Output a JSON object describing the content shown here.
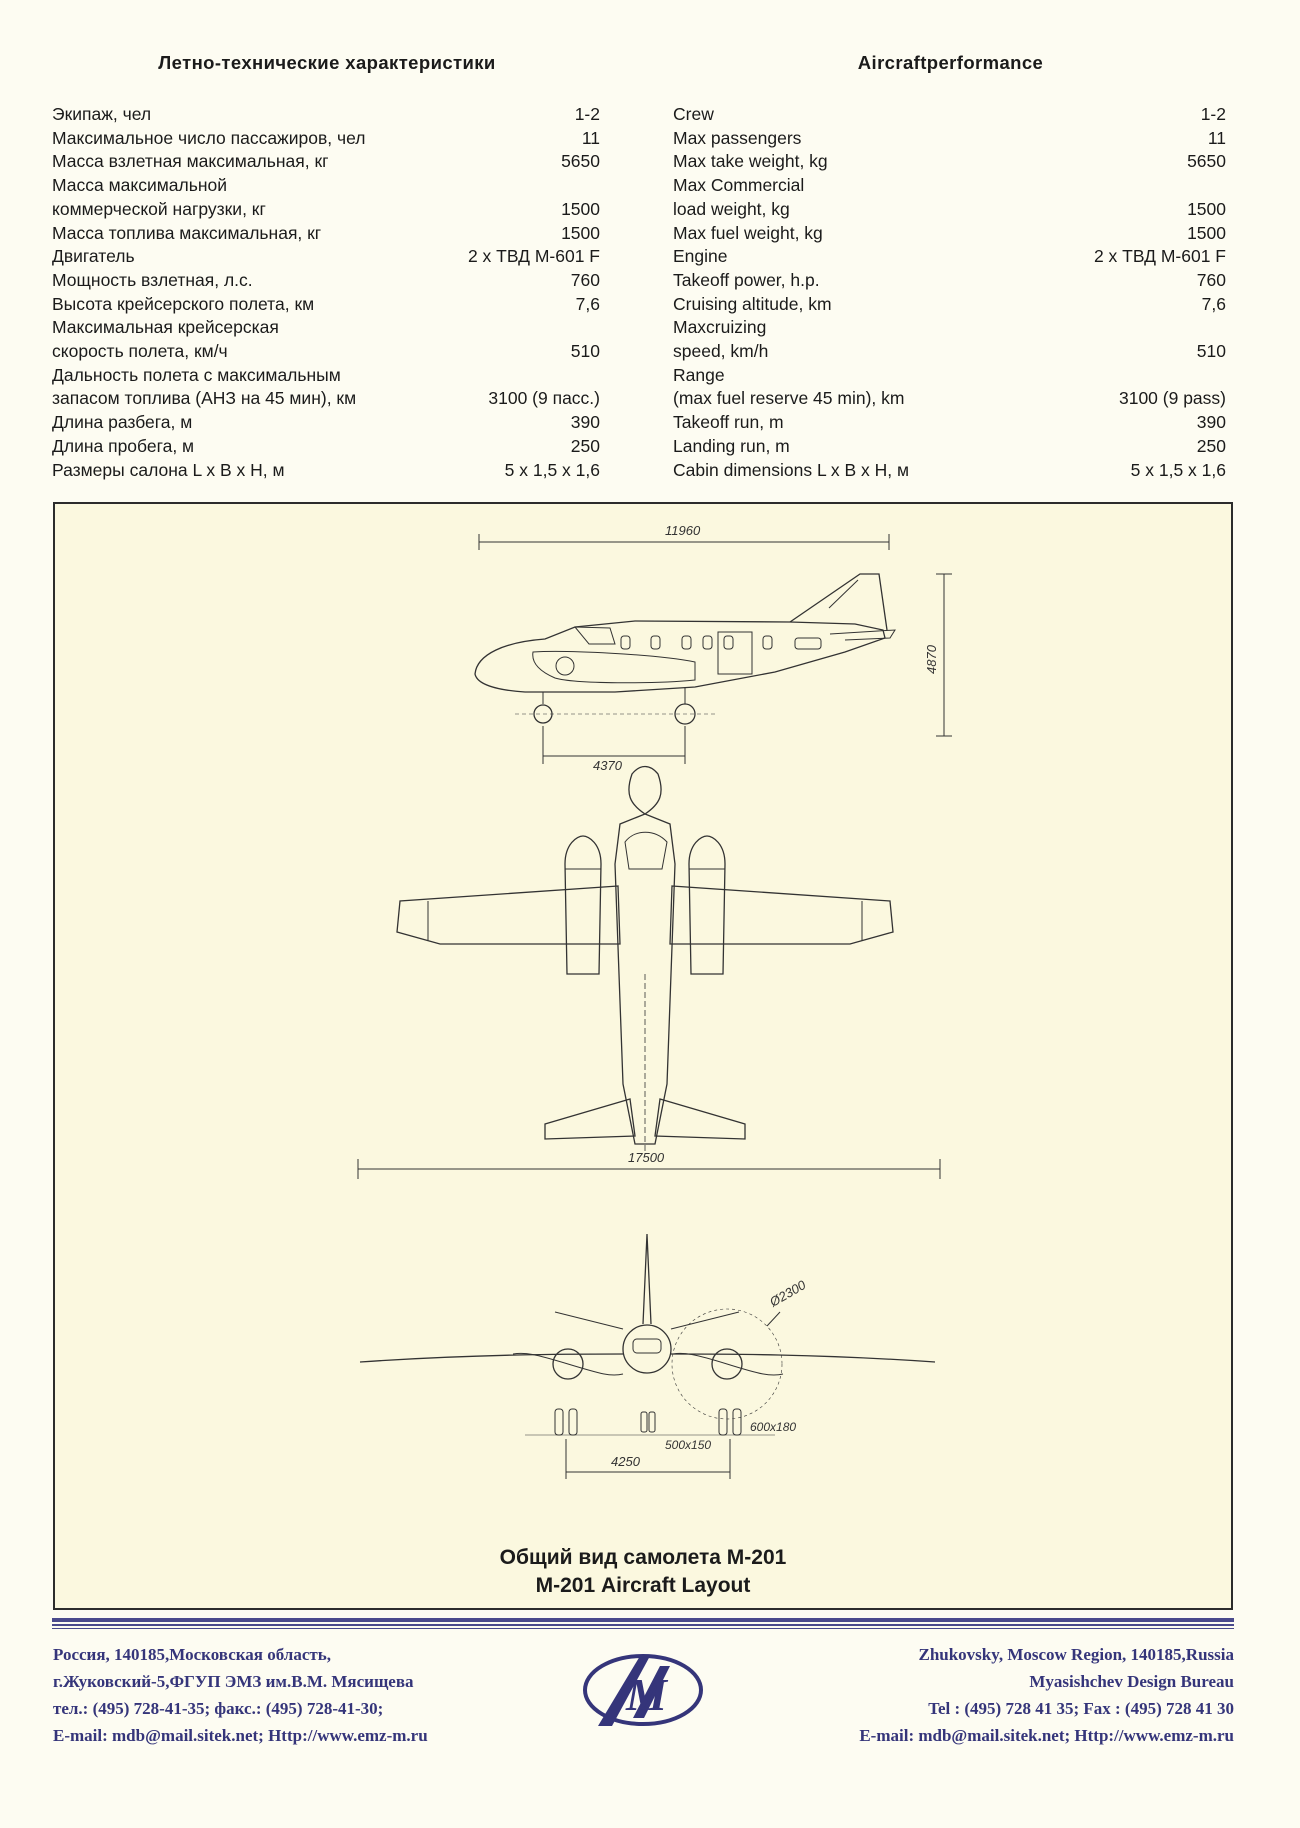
{
  "specs_ru": {
    "heading": "Летно-технические характеристики",
    "rows": [
      {
        "label": "Экипаж, чел",
        "value": "1-2"
      },
      {
        "label": "Максимальное число пассажиров, чел",
        "value": "11"
      },
      {
        "label": "Масса взлетная максимальная, кг",
        "value": "5650"
      },
      {
        "label": "Масса максимальной",
        "value": ""
      },
      {
        "label": "коммерческой нагрузки, кг",
        "value": "1500"
      },
      {
        "label": "Масса топлива максимальная, кг",
        "value": "1500"
      },
      {
        "label": "Двигатель",
        "value": "2 х ТВД М-601 F"
      },
      {
        "label": "Мощность взлетная, л.с.",
        "value": "760"
      },
      {
        "label": "Высота крейсерского полета, км",
        "value": "7,6"
      },
      {
        "label": "Максимальная крейсерская",
        "value": ""
      },
      {
        "label": "скорость полета, км/ч",
        "value": "510"
      },
      {
        "label": "Дальность полета с максимальным",
        "value": ""
      },
      {
        "label": "запасом топлива (АНЗ на 45 мин), км",
        "value": "3100 (9 пасс.)"
      },
      {
        "label": "Длина разбега, м",
        "value": "390"
      },
      {
        "label": "Длина пробега, м",
        "value": "250"
      },
      {
        "label": "Размеры салона L х В х Н, м",
        "value": "5 х 1,5 х 1,6"
      }
    ]
  },
  "specs_en": {
    "heading": "Aircraftperformance",
    "rows": [
      {
        "label": "Crew",
        "value": "1-2"
      },
      {
        "label": "Max passengers",
        "value": "11"
      },
      {
        "label": "Max take weight, kg",
        "value": "5650"
      },
      {
        "label": "Max Commercial",
        "value": ""
      },
      {
        "label": "load weight, kg",
        "value": "1500"
      },
      {
        "label": "Max fuel weight, kg",
        "value": "1500"
      },
      {
        "label": "Engine",
        "value": "2 х ТВД М-601 F"
      },
      {
        "label": "Takeoff power, h.p.",
        "value": "760"
      },
      {
        "label": "Cruising altitude, km",
        "value": "7,6"
      },
      {
        "label": "Maxcruizing",
        "value": ""
      },
      {
        "label": "speed, km/h",
        "value": "510"
      },
      {
        "label": "Range",
        "value": ""
      },
      {
        "label": "(max fuel reserve 45 min), km",
        "value": "3100 (9 pass)"
      },
      {
        "label": "Takeoff run, m",
        "value": "390"
      },
      {
        "label": "Landing run, m",
        "value": "250"
      },
      {
        "label": "Cabin  dimensions L х В х Н, м",
        "value": "5 х 1,5 х 1,6"
      }
    ]
  },
  "drawing": {
    "dim_length": "11960",
    "dim_height": "4870",
    "dim_gear_base": "4370",
    "dim_span": "17500",
    "dim_prop": "Ø2300",
    "dim_wheel_main": "600х180",
    "dim_wheel_nose": "500х150",
    "dim_track": "4250",
    "caption_ru": "Общий вид самолета М-201",
    "caption_en": "М-201 Aircraft Layout"
  },
  "footer": {
    "left": [
      "Россия, 140185,Московская область,",
      "г.Жуковский-5,ФГУП ЭМЗ им.В.М. Мясищева",
      "тел.: (495) 728-41-35; факс.: (495) 728-41-30;",
      "E-mail: mdb@mail.sitek.net; Http://www.emz-m.ru"
    ],
    "right": [
      "Zhukovsky, Moscow Region, 140185,Russia",
      "Myasishchev Design Bureau",
      "Tel : (495) 728 41 35;  Fax : (495) 728 41 30",
      "E-mail: mdb@mail.sitek.net; Http://www.emz-m.ru"
    ],
    "logo_letter": "М"
  }
}
